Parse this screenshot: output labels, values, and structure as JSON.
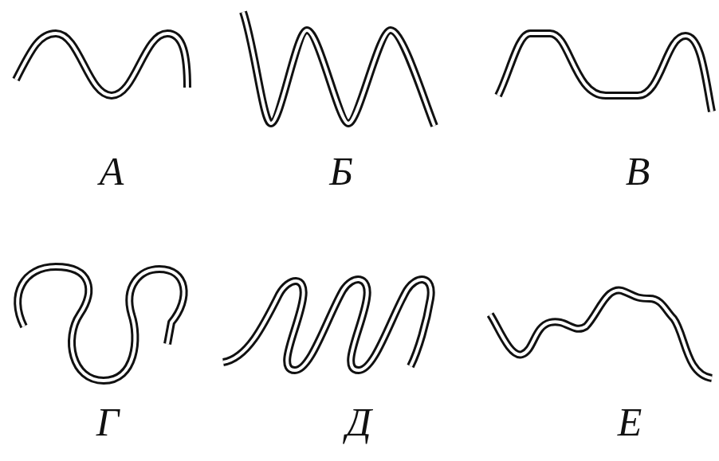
{
  "diagram": {
    "labels": [
      "А",
      "Б",
      "В",
      "Г",
      "Д",
      "Е"
    ]
  }
}
